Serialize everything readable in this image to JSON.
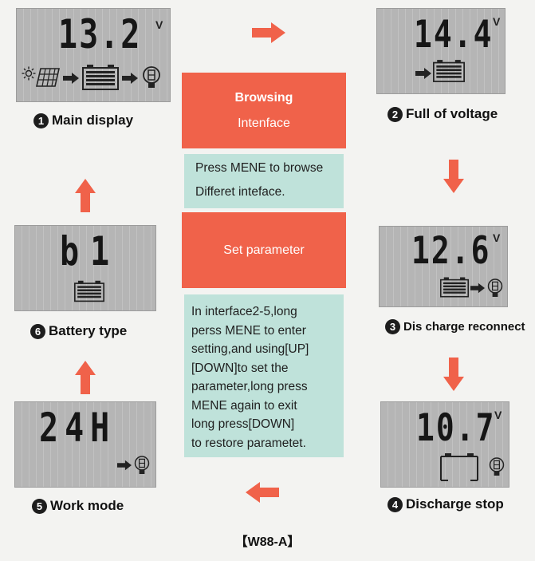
{
  "center": {
    "browsing_line1": "Browsing",
    "browsing_line2": "Intenface",
    "browse_text_line1": "Press MENE to browse",
    "browse_text_line2": "Differet inteface.",
    "set_parameter": "Set parameter",
    "instructions": [
      "In interface2-5,long",
      "perss MENE to enter",
      "setting,and using[UP]",
      "[DOWN]to set the",
      "parameter,long press",
      "MENE again to exit",
      "long press[DOWN]",
      "to restore parametet."
    ]
  },
  "panels": [
    {
      "num": "1",
      "reading": "13.2",
      "unit": "V",
      "label": "Main display"
    },
    {
      "num": "2",
      "reading": "14.4",
      "unit": "V",
      "label": "Full of voltage"
    },
    {
      "num": "3",
      "reading": "12.6",
      "unit": "V",
      "label": "Dis charge reconnect"
    },
    {
      "num": "4",
      "reading": "10.7",
      "unit": "V",
      "label": "Discharge stop"
    },
    {
      "num": "5",
      "reading": "24H",
      "unit": "",
      "label": "Work mode"
    },
    {
      "num": "6",
      "reading": "b1",
      "unit": "",
      "label": "Battery type"
    }
  ],
  "footer": "【W88-A】",
  "colors": {
    "accent": "#f0624a",
    "teal": "#bfe2da",
    "lcd": "#b5b5b5"
  },
  "icons": [
    "sun-icon",
    "solar-panel-icon",
    "battery-icon",
    "lamp-icon",
    "arrow-icon"
  ]
}
